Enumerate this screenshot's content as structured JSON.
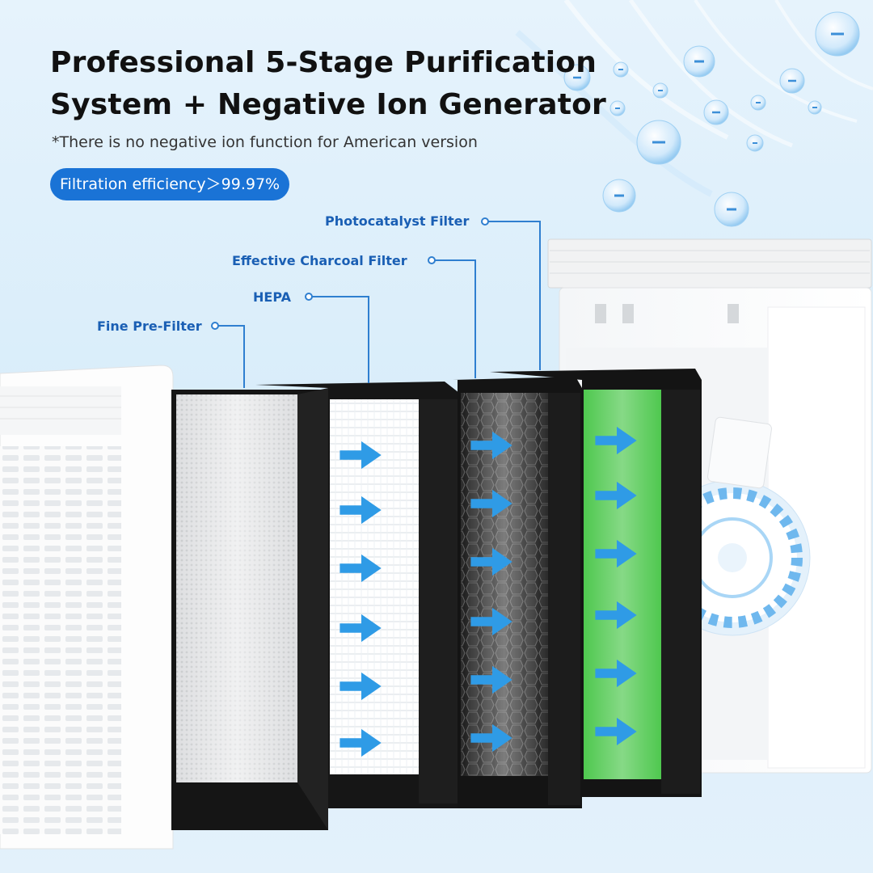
{
  "headline": {
    "line1": "Professional 5-Stage Purification",
    "line2": "System + Negative Ion Generator"
  },
  "note": "*There is no negative ion function for American version",
  "badge": "Filtration efficiency＞99.97%",
  "filters": {
    "photocatalyst": "Photocatalyst Filter",
    "charcoal": "Effective Charcoal Filter",
    "hepa": "HEPA",
    "prefilter": "Fine Pre-Filter"
  },
  "colors": {
    "accent": "#1a73d6",
    "label": "#1a5fb4",
    "arrow": "#2f9be6",
    "photocatalyst_media": "#4fc84f"
  },
  "icons": [
    "negative-ion-bubble-icon",
    "airflow-arrow-icon"
  ]
}
